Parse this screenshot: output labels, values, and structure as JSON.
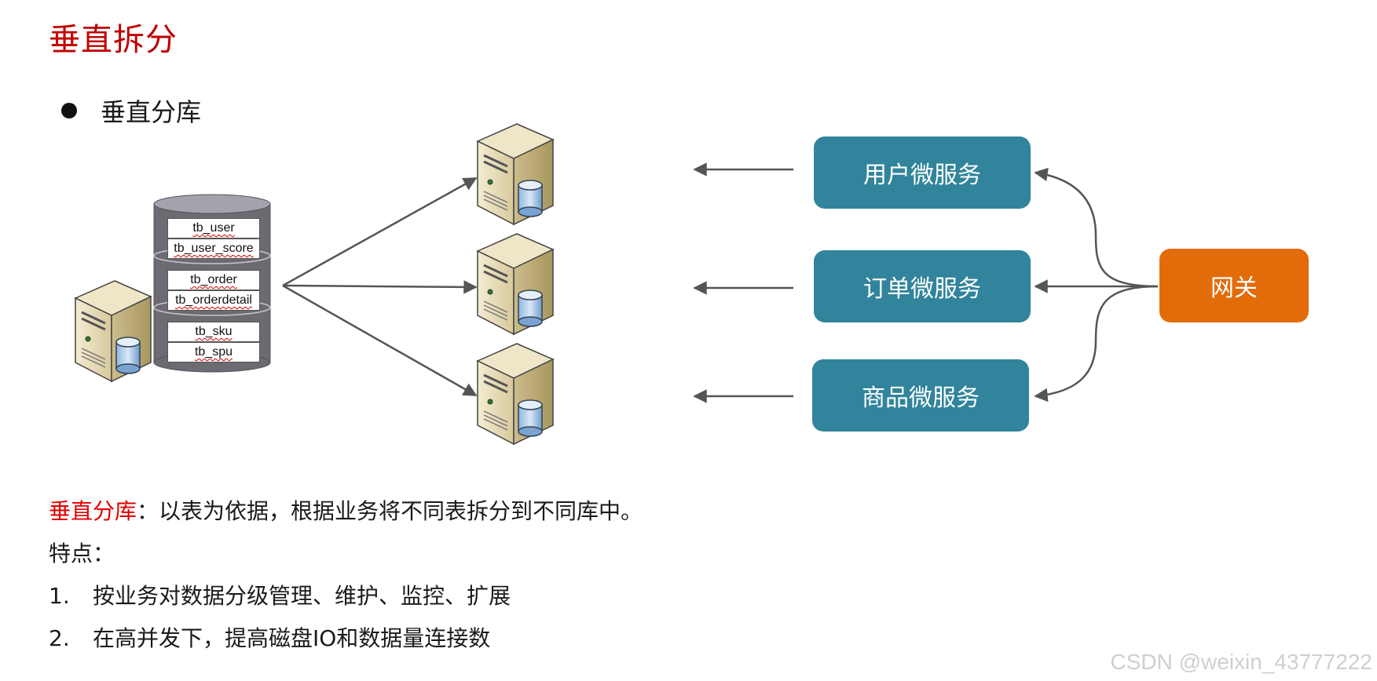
{
  "title": "垂直拆分",
  "bullet": "垂直分库",
  "tables": {
    "group1": [
      "tb_user",
      "tb_user_score"
    ],
    "group2": [
      "tb_order",
      "tb_orderdetail"
    ],
    "group3": [
      "tb_sku",
      "tb_spu"
    ]
  },
  "services": {
    "user": "用户微服务",
    "order": "订单微服务",
    "product": "商品微服务"
  },
  "gateway": "网关",
  "definition": {
    "term": "垂直分库",
    "colon": "：",
    "text": "以表为依据，根据业务将不同表拆分到不同库中。"
  },
  "features_label": "特点：",
  "features": [
    {
      "num": "1.",
      "text": "按业务对数据分级管理、维护、监控、扩展"
    },
    {
      "num": "2.",
      "text": "在高并发下，提高磁盘IO和数据量连接数"
    }
  ],
  "watermark": "CSDN @weixin_43777222",
  "colors": {
    "title": "#c00000",
    "service_box": "#31849b",
    "gateway_box": "#e26b0a",
    "definition_term": "#e00000"
  }
}
